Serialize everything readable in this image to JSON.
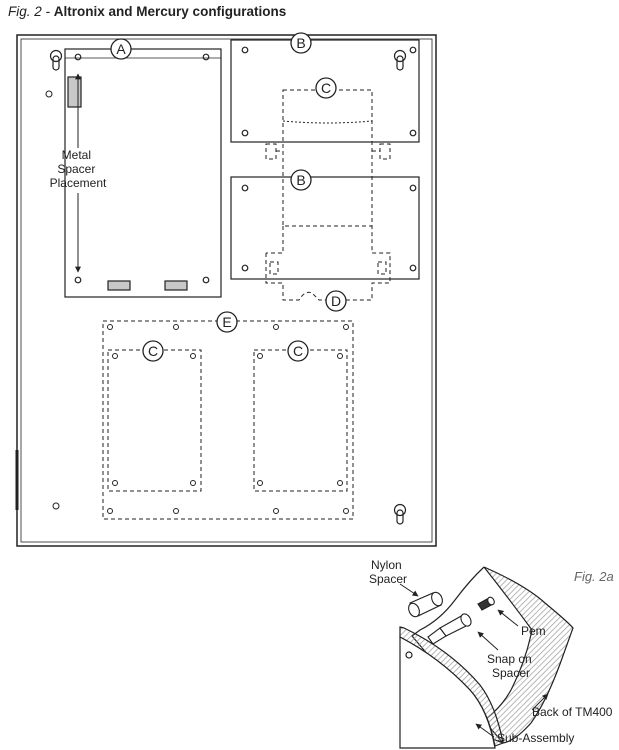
{
  "figure": {
    "label": "Fig. 2 -",
    "title": "Altronix and Mercury configurations"
  },
  "main_diagram": {
    "callouts": [
      "A",
      "B",
      "B",
      "C",
      "C",
      "C",
      "D",
      "E"
    ],
    "spacer_label": [
      "Metal",
      "Spacer",
      "Placement"
    ]
  },
  "detail_figure": {
    "label": "Fig. 2a",
    "parts": {
      "nylon_spacer": [
        "Nylon",
        "Spacer"
      ],
      "pem": "Pem",
      "snap_on_spacer": [
        "Snap on",
        "Spacer"
      ],
      "back_of_tm400": "Back of TM400",
      "sub_assembly": "Sub-Assembly"
    }
  },
  "colors": {
    "line": "#222222",
    "fill": "#ffffff",
    "hatch": "#9a9a9a",
    "caption_muted": "#666666"
  }
}
